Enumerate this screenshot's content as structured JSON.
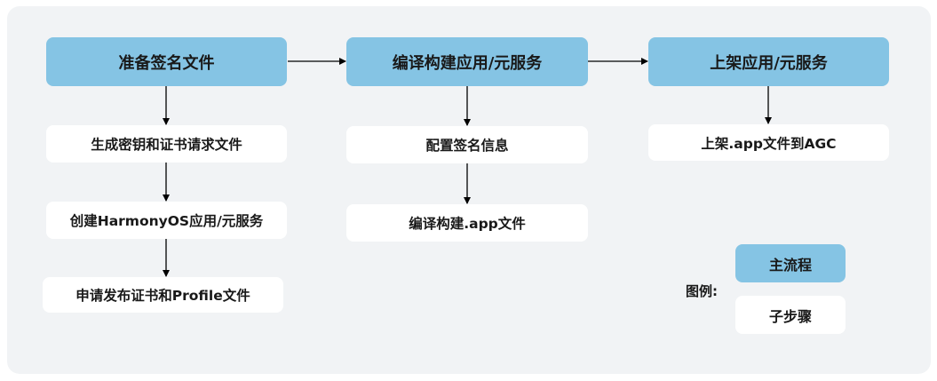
{
  "main_steps": [
    {
      "label": "准备签名文件"
    },
    {
      "label": "编译构建应用/元服务"
    },
    {
      "label": "上架应用/元服务"
    }
  ],
  "sub_steps": {
    "prepare": [
      {
        "label": "生成密钥和证书请求文件"
      },
      {
        "label": "创建HarmonyOS应用/元服务"
      },
      {
        "label": "申请发布证书和Profile文件"
      }
    ],
    "build": [
      {
        "label": "配置签名信息"
      },
      {
        "label": "编译构建.app文件"
      }
    ],
    "publish": [
      {
        "label": "上架.app文件到AGC"
      }
    ]
  },
  "legend": {
    "title": "图例:",
    "main_label": "主流程",
    "sub_label": "子步骤"
  },
  "colors": {
    "main_box": "#85c4e4",
    "sub_box": "#ffffff",
    "panel": "#f1f3f5",
    "arrow": "#000000"
  }
}
